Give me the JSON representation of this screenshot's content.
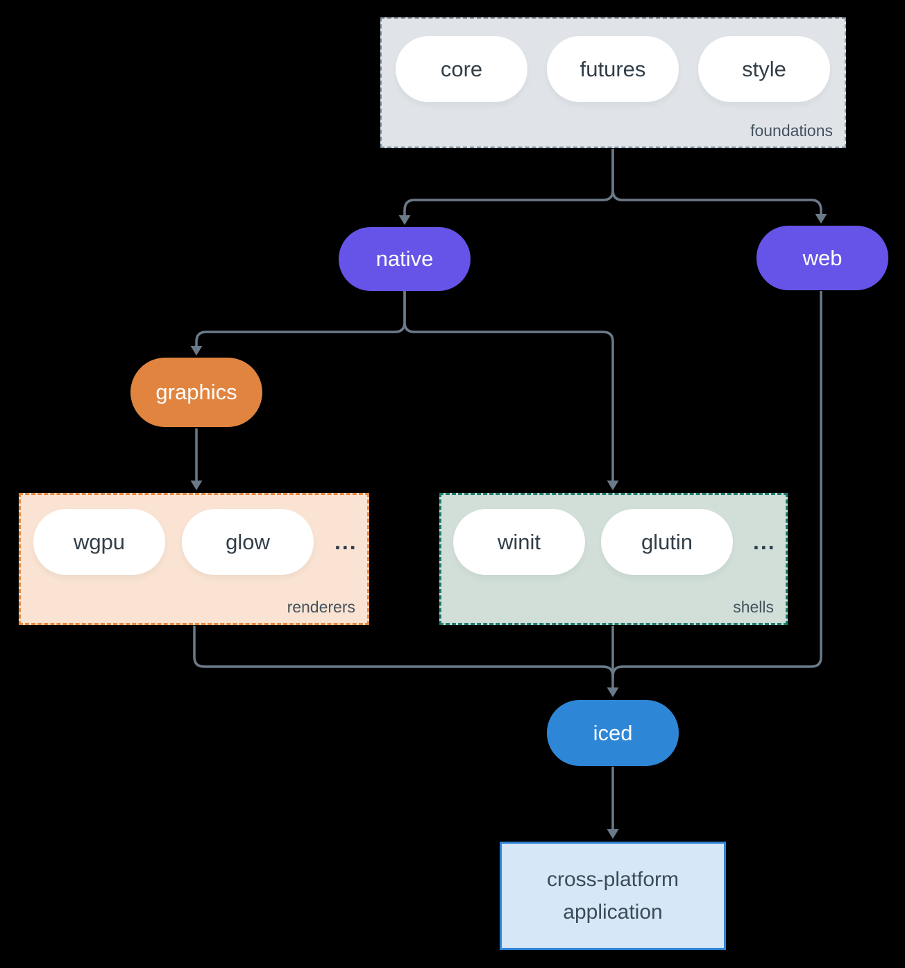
{
  "colors": {
    "background": "#000000",
    "connector": "#6b7a89",
    "purple_node": "#6554e7",
    "orange_node": "#e08440",
    "blue_node": "#2e87d6",
    "foundations_bg": "#e0e4e9",
    "foundations_border": "#8494a3",
    "renderers_bg": "#fae3d2",
    "renderers_border": "#e8873d",
    "shells_bg": "#d2dfd9",
    "shells_border": "#1f7a6b",
    "app_bg": "#d6e7f8",
    "app_border": "#3184d9",
    "pill_bg": "#ffffff",
    "dark_text": "#323e48",
    "label_text": "#44525f"
  },
  "groups": {
    "foundations": {
      "label": "foundations",
      "items": [
        "core",
        "futures",
        "style"
      ]
    },
    "renderers": {
      "label": "renderers",
      "items": [
        "wgpu",
        "glow"
      ],
      "more": "..."
    },
    "shells": {
      "label": "shells",
      "items": [
        "winit",
        "glutin"
      ],
      "more": "..."
    }
  },
  "nodes": {
    "native": {
      "label": "native"
    },
    "web": {
      "label": "web"
    },
    "graphics": {
      "label": "graphics"
    },
    "iced": {
      "label": "iced"
    },
    "app": {
      "label": "cross-platform application",
      "line1": "cross-platform",
      "line2": "application"
    }
  },
  "edges": [
    {
      "from": "foundations",
      "to": "native"
    },
    {
      "from": "foundations",
      "to": "web"
    },
    {
      "from": "native",
      "to": "graphics"
    },
    {
      "from": "native",
      "to": "shells"
    },
    {
      "from": "graphics",
      "to": "renderers"
    },
    {
      "from": "renderers",
      "to": "iced"
    },
    {
      "from": "shells",
      "to": "iced"
    },
    {
      "from": "web",
      "to": "iced"
    },
    {
      "from": "iced",
      "to": "app"
    }
  ]
}
